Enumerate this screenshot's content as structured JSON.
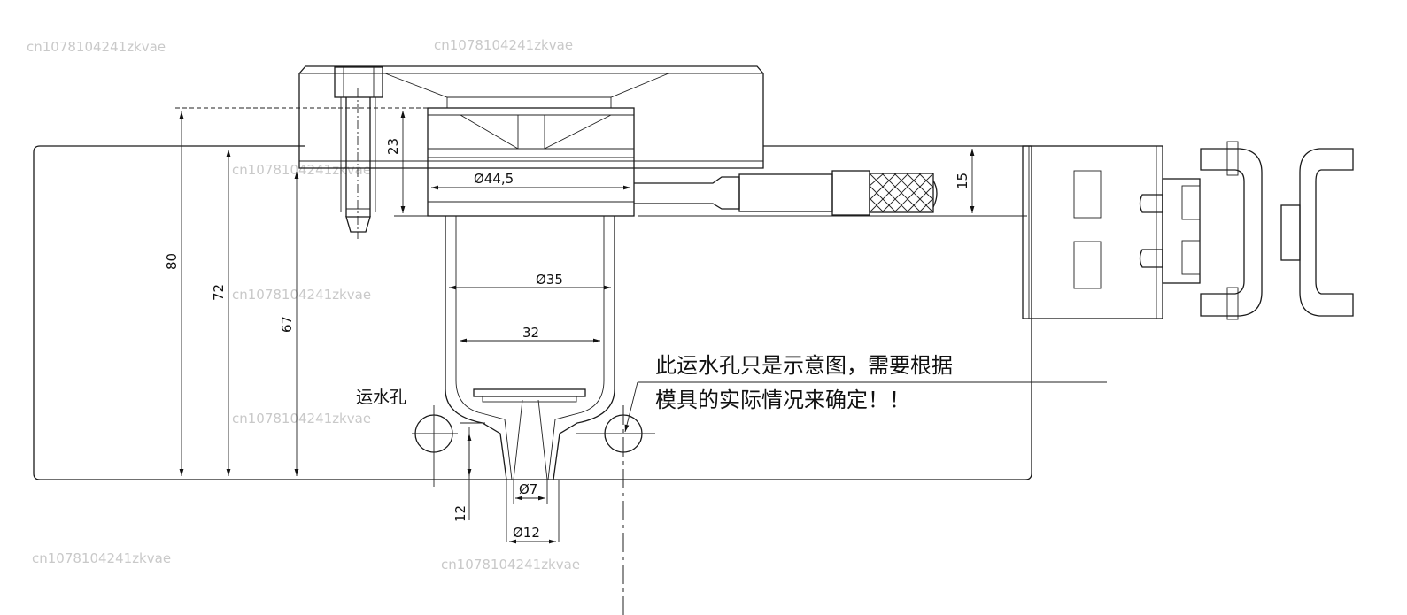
{
  "watermark": "cn1078104241zkvae",
  "dimensions": {
    "d_44_5": "Ø44,5",
    "d_35": "Ø35",
    "w_32": "32",
    "d_7": "Ø7",
    "d_12": "Ø12",
    "h_80": "80",
    "h_72": "72",
    "h_67": "67",
    "h_23": "23",
    "h_15": "15",
    "h_12": "12"
  },
  "labels": {
    "water_hole": "运水孔",
    "note_line1": "此运水孔只是示意图，需要根据",
    "note_line2": "模具的实际情况来确定！！"
  }
}
